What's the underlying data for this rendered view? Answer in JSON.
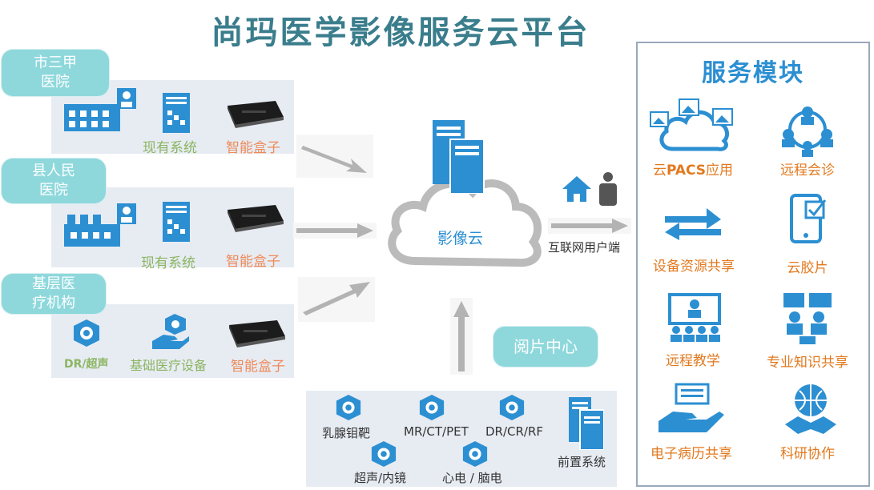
{
  "title": "尚玛医学影像服务云平台",
  "hospitals": [
    {
      "name_line1": "市三甲",
      "name_line2": "医院",
      "system_label": "现有系统",
      "box_label": "智能盒子"
    },
    {
      "name_line1": "县人民",
      "name_line2": "医院",
      "system_label": "现有系统",
      "box_label": "智能盒子"
    },
    {
      "name_line1": "基层医",
      "name_line2": "疗机构",
      "device1_label": "DR/超声",
      "device2_label": "基础医疗设备",
      "box_label": "智能盒子"
    }
  ],
  "cloud": {
    "label": "影像云"
  },
  "internet": {
    "label": "互联网用户端"
  },
  "reading_center": {
    "label": "阅片中心"
  },
  "modalities": {
    "items": [
      "乳腺钼靶",
      "MR/CT/PET",
      "DR/CR/RF",
      "超声/内镜",
      "心电 / 脑电"
    ],
    "front_system": "前置系统"
  },
  "services": {
    "title": "服务模块",
    "items": [
      {
        "label_prefix": "云",
        "label_bold": "PACS",
        "label_suffix": "应用",
        "icon": "cloud-pacs-icon"
      },
      {
        "label": "远程会诊",
        "icon": "remote-consult-icon"
      },
      {
        "label": "设备资源共享",
        "icon": "device-share-icon"
      },
      {
        "label": "云胶片",
        "icon": "cloud-film-icon"
      },
      {
        "label": "远程教学",
        "icon": "remote-teaching-icon"
      },
      {
        "label": "专业知识共享",
        "icon": "knowledge-share-icon"
      },
      {
        "label": "电子病历共享",
        "icon": "emr-share-icon"
      },
      {
        "label": "科研协作",
        "icon": "research-icon"
      }
    ]
  },
  "colors": {
    "accent": "#2c8fd2",
    "title": "#3a7d8c",
    "tag": "#8ed8dc",
    "panel": "#e7ecf3",
    "orange": "#e2791f",
    "green": "#8cb561"
  }
}
